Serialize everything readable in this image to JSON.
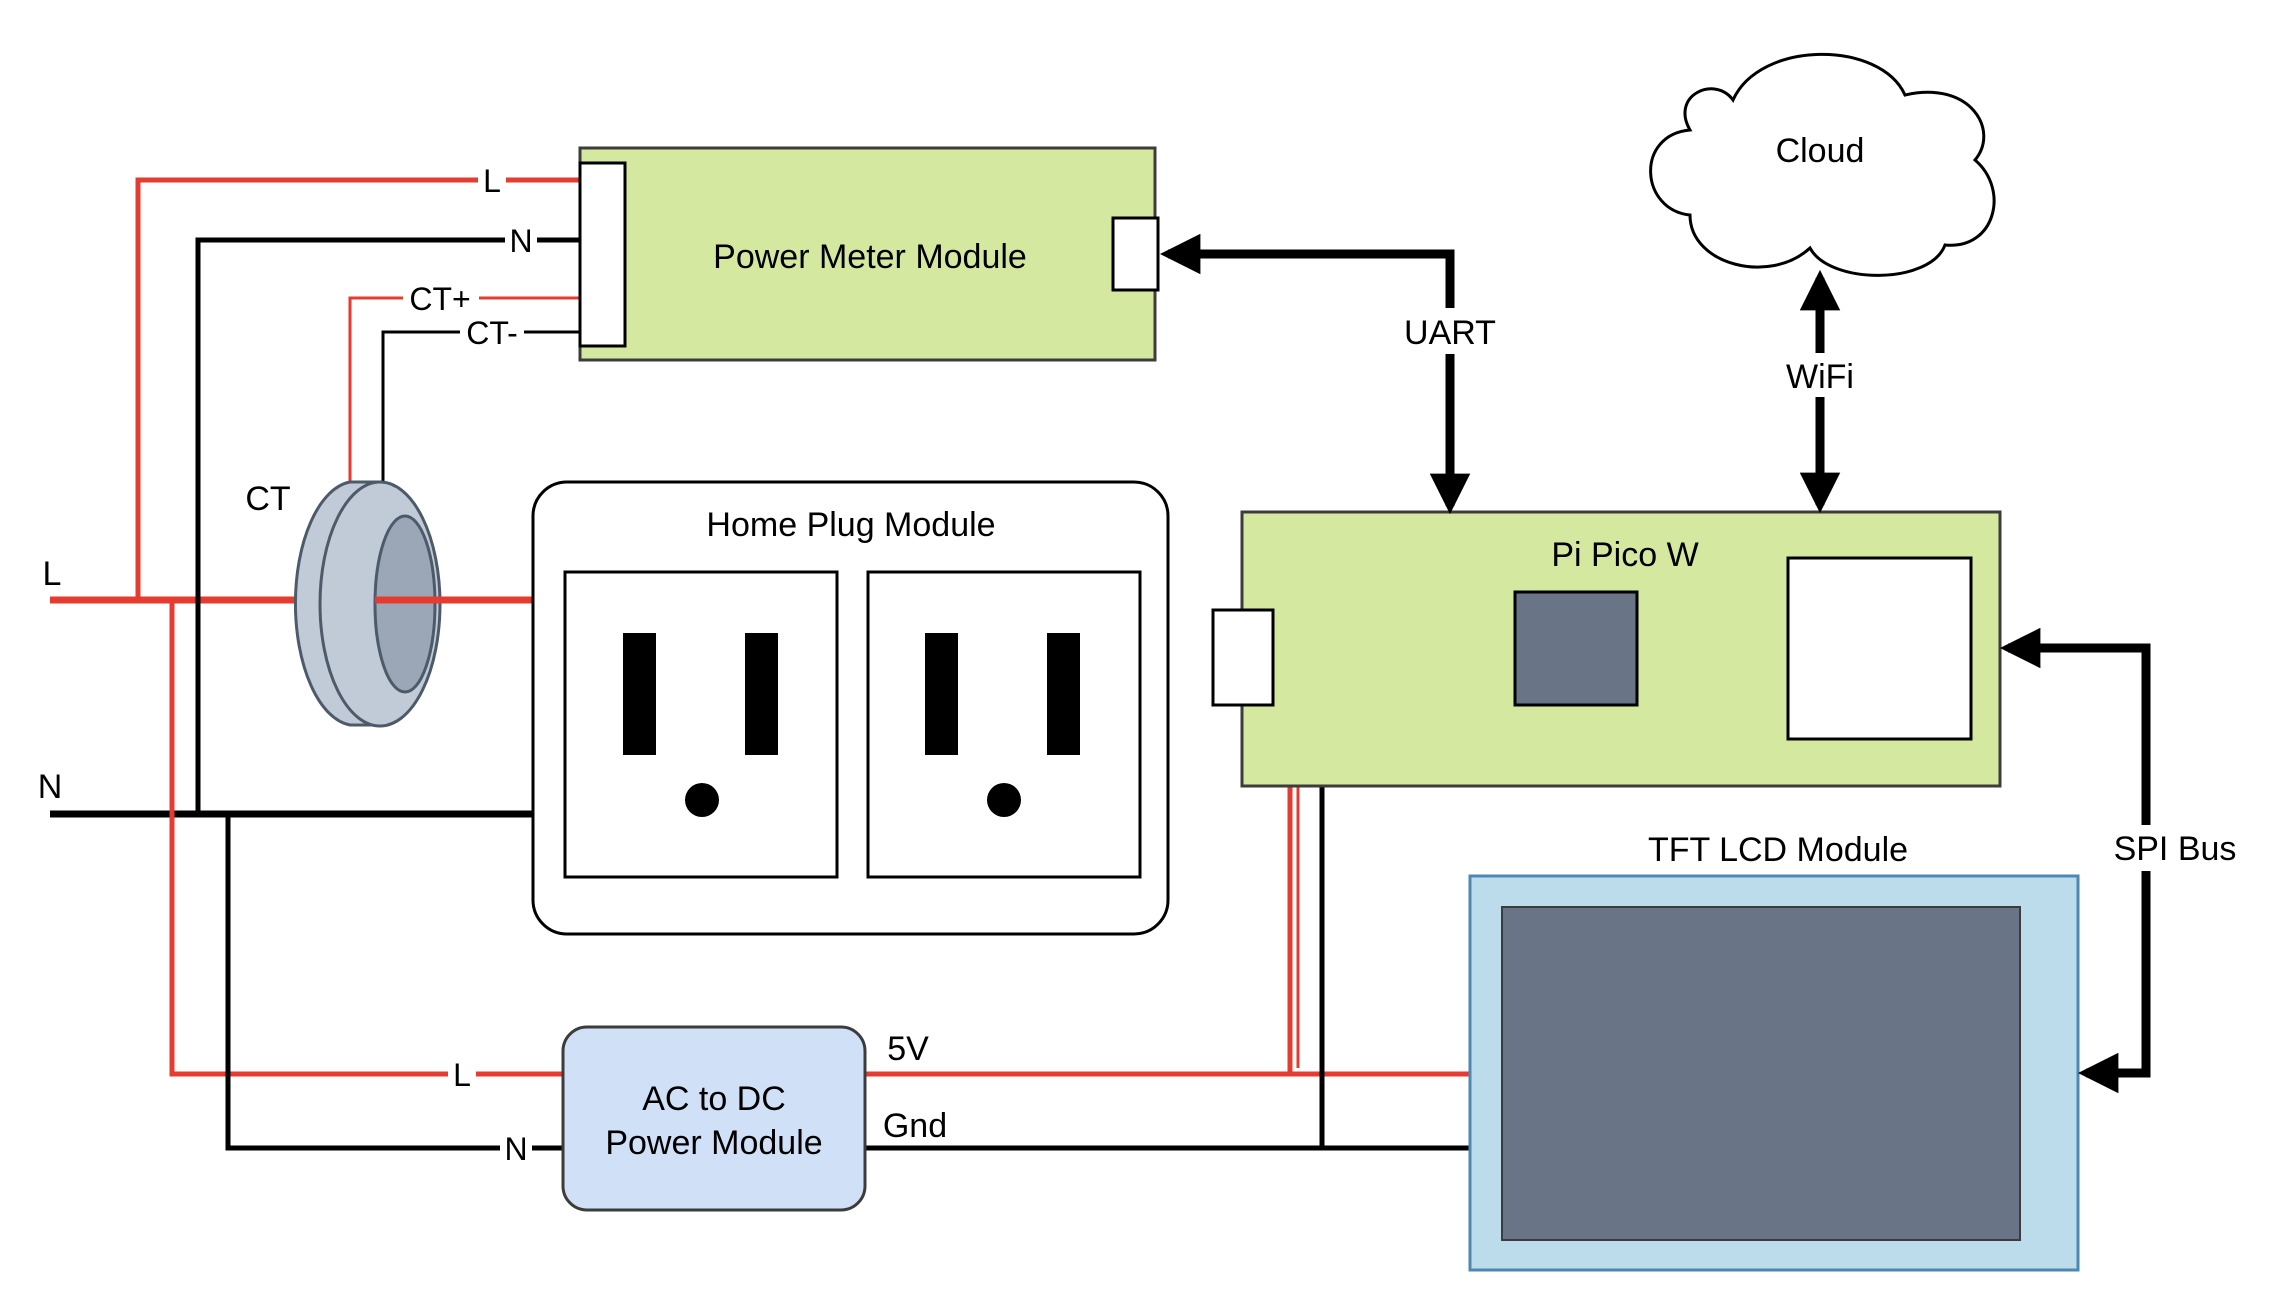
{
  "colors": {
    "live_wire": "#e53b30",
    "neutral_wire": "#000000",
    "module_green": "#d5e8a0",
    "module_blue_light": "#d0e0f7",
    "lcd_frame": "#bcdcec",
    "lcd_screen": "#697586",
    "ct_body": "#c1cad7",
    "chip": "#697586"
  },
  "power_meter": {
    "title": "Power Meter Module"
  },
  "pico": {
    "title": "Pi Pico W"
  },
  "home_plug": {
    "title": "Home Plug Module"
  },
  "tft": {
    "title": "TFT LCD Module"
  },
  "acdc": {
    "line1": "AC to DC",
    "line2": "Power Module"
  },
  "cloud": {
    "label": "Cloud"
  },
  "buses": {
    "uart": "UART",
    "wifi": "WiFi",
    "spi": "SPI Bus"
  },
  "wires": {
    "mains_L": "L",
    "mains_N": "N",
    "meter_L": "L",
    "meter_N": "N",
    "ct_plus": "CT+",
    "ct_minus": "CT-",
    "ct": "CT",
    "acdc_L": "L",
    "acdc_N": "N",
    "out_5v": "5V",
    "out_gnd": "Gnd"
  }
}
